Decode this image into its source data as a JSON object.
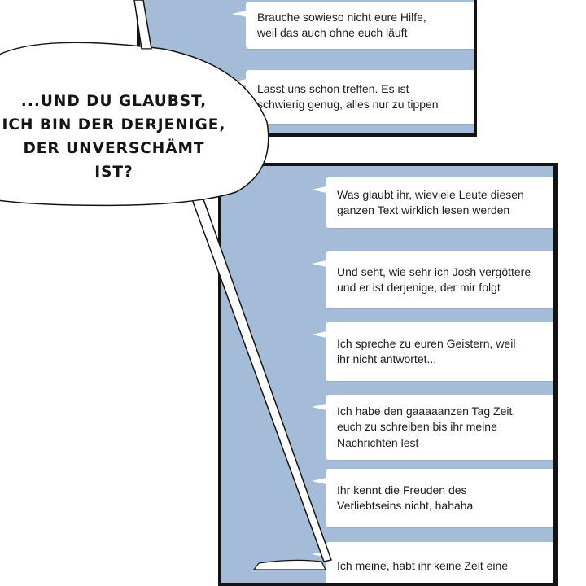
{
  "speech_bubble": {
    "text": "...UND DU GLAUBST,\nICH BIN DER DERJENIGE,\nDER UNVERSCHÄMT\nIST?"
  },
  "chat_messages_top": [
    "Brauche sowieso nicht eure Hilfe,\nweil das auch ohne euch läuft",
    "Lasst uns schon treffen. Es ist\nschwierig genug, alles nur zu tippen"
  ],
  "chat_messages_main": [
    "Was glaubt ihr, wieviele Leute diesen\nganzen Text wirklich lesen werden",
    "Und seht, wie sehr ich Josh vergöttere\nund er ist derjenige, der mir folgt",
    "Ich spreche zu euren Geistern, weil\nihr nicht antwortet...",
    "Ich habe den gaaaaanzen Tag Zeit,\neuch zu schreiben bis ihr meine\nNachrichten lest",
    "Ihr kennt die Freuden des\nVerliebtseins nicht, hahaha",
    "Ich meine, habt ihr keine Zeit eine"
  ],
  "colors": {
    "panel_background": "#a4bcd8",
    "panel_border": "#141414",
    "message_bubble": "#ffffff",
    "text": "#1e1e1e"
  }
}
